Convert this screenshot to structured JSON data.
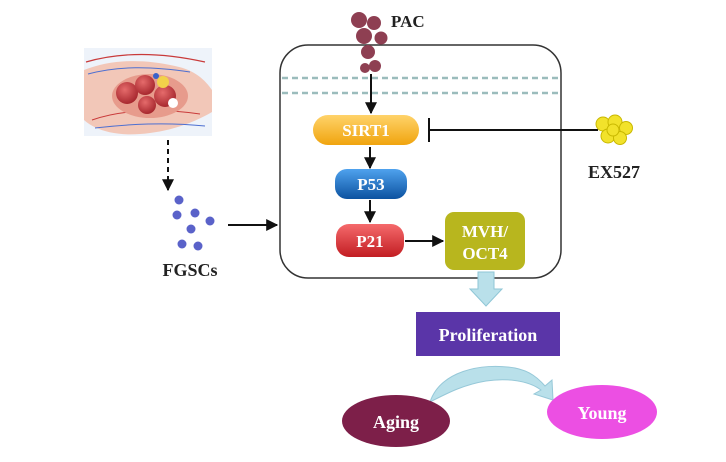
{
  "labels": {
    "pac": "PAC",
    "ex527": "EX527",
    "fgscs": "FGSCs",
    "sirt1": "SIRT1",
    "p53": "P53",
    "p21": "P21",
    "mvh_line1": "MVH/",
    "mvh_line2": "OCT4",
    "proliferation": "Proliferation",
    "aging": "Aging",
    "young": "Young"
  },
  "colors": {
    "cell_border": "#333333",
    "membrane": "#9bbcbc",
    "pac": "#8e3f52",
    "ex527": "#f2e22b",
    "fgsc_dots": "#5a62c9",
    "sirt1": "#f6b51c",
    "p53": "#1b72c8",
    "p21": "#e23a3d",
    "mvh": "#b8b61e",
    "proliferation": "#5a35a8",
    "aging": "#7d1f49",
    "young": "#ec4fe3",
    "block_arrow": "#b9e0ea"
  },
  "icons": {
    "ovary": "ovary-illustration-icon",
    "pac_molecule": "pac-molecule-icon",
    "ex527_molecule": "ex527-molecule-icon"
  }
}
